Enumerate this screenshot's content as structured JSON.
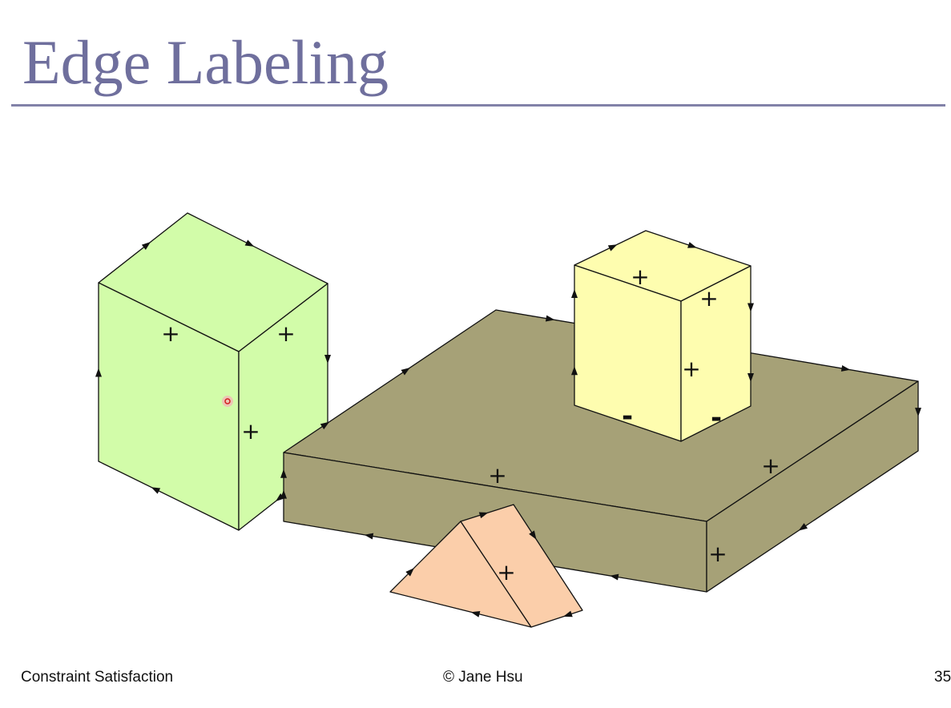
{
  "slide": {
    "title": "Edge Labeling",
    "footer_left": "Constraint Satisfaction",
    "footer_center": "© Jane Hsu",
    "page_number": "35"
  },
  "diagram": {
    "labels": {
      "green_top_left": "+",
      "green_top_right": "+",
      "green_vertical": "+",
      "yellow_top": "+",
      "yellow_top_right": "+",
      "yellow_vertical": "+",
      "yellow_bottom_left": "-",
      "yellow_bottom_right": "-",
      "slab_front_top": "+",
      "slab_right_top": "+",
      "slab_vertical": "+",
      "wedge_ridge": "+"
    },
    "colors": {
      "green_block": "#d2fca9",
      "yellow_block": "#fefdaf",
      "slab": "#a6a177",
      "wedge": "#fbceaa",
      "title": "#6f6f9d"
    }
  }
}
